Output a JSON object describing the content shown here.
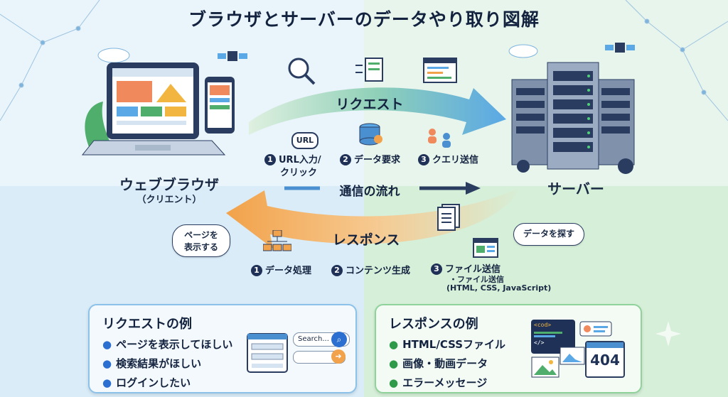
{
  "title": "ブラウザとサーバーのデータやり取り図解",
  "browser": {
    "label": "ウェブブラウザ",
    "sub": "（クリエント）"
  },
  "server": {
    "label": "サーバー"
  },
  "request": {
    "label": "リクエスト",
    "url_badge": "URL",
    "steps": [
      {
        "num": "1",
        "text": "URL入力/",
        "text2": "クリック"
      },
      {
        "num": "2",
        "text": "データ要求"
      },
      {
        "num": "3",
        "text": "クエリ送信"
      }
    ]
  },
  "flow": {
    "label": "通信の流れ"
  },
  "response": {
    "label": "レスポンス",
    "steps": [
      {
        "num": "1",
        "text": "データ処理"
      },
      {
        "num": "2",
        "text": "コンテンツ生成"
      },
      {
        "num": "3",
        "text": "ファイル送信",
        "sub1": "・ファイル送信",
        "sub2": "(HTML, CSS, JavaScript)"
      }
    ]
  },
  "bubbles": {
    "left_line1": "ページを",
    "left_line2": "表示する",
    "right": "データを探す"
  },
  "request_card": {
    "heading": "リクエストの例",
    "items": [
      "ページを表示してほしい",
      "検索結果がほしい",
      "ログインしたい"
    ],
    "search_placeholder": "Search..."
  },
  "response_card": {
    "heading": "レスポンスの例",
    "items": [
      "HTML/CSSファイル",
      "画像・動画データ",
      "エラーメッセージ"
    ],
    "error_code": "404",
    "code_tag": "<cod>",
    "code_close": "</>"
  },
  "colors": {
    "request_arrow": "#5aa8e6",
    "response_arrow": "#f2a24a",
    "navy": "#1f3157"
  }
}
